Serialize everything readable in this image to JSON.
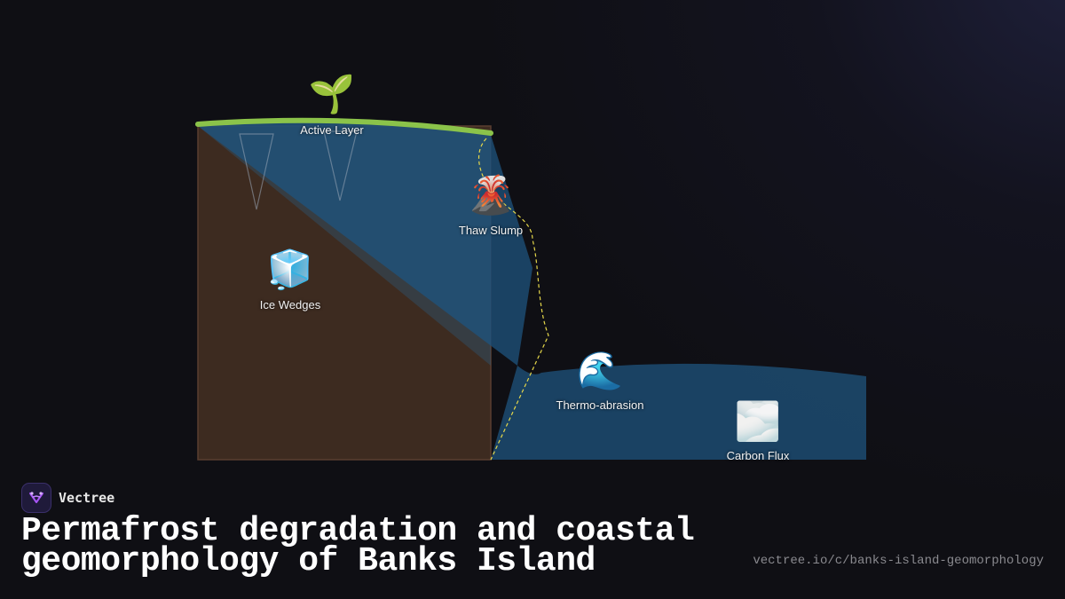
{
  "diagram": {
    "nodes": [
      {
        "id": "active-layer",
        "label": "Active Layer",
        "icon": "seedling-icon",
        "glyph": "🌱"
      },
      {
        "id": "thaw-slump",
        "label": "Thaw Slump",
        "icon": "volcano-icon",
        "glyph": "🌋"
      },
      {
        "id": "ice-wedges",
        "label": "Ice Wedges",
        "icon": "ice-cube-icon",
        "glyph": "🧊"
      },
      {
        "id": "thermo-abrasion",
        "label": "Thermo-abrasion",
        "icon": "wave-icon",
        "glyph": "🌊"
      },
      {
        "id": "carbon-flux",
        "label": "Carbon Flux",
        "icon": "fog-icon",
        "glyph": "🌫️"
      }
    ],
    "colors": {
      "permafrost": "#3d2b20",
      "ice": "#1c4a6e",
      "active_layer": "#8bc34a",
      "flow_line": "#e6d84a",
      "background": "#0f0f14"
    }
  },
  "brand": {
    "name": "Vectree"
  },
  "title": "Permafrost degradation and coastal geomorphology of Banks Island",
  "url": "vectree.io/c/banks-island-geomorphology"
}
